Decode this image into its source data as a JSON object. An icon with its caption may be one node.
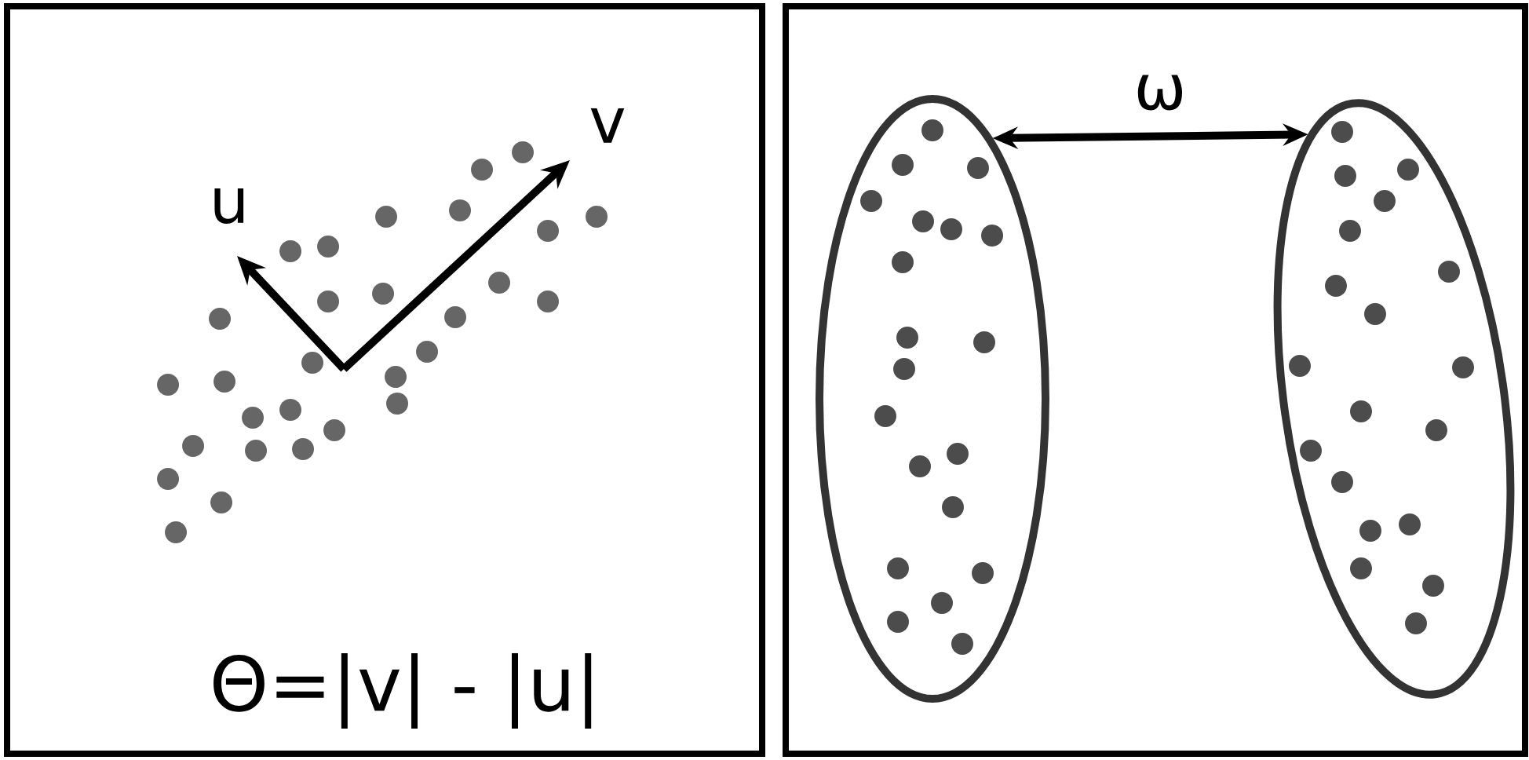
{
  "diagram": {
    "nodes": [
      {
        "text": [],
        "shape": "box"
      },
      {
        "text": [],
        "shape": "box"
      },
      {
        "text": [],
        "shape": "ellipse",
        "in": 1
      },
      {
        "text": [],
        "shape": "ellipse",
        "in": 1
      }
    ],
    "edges": [
      {
        "from": 2,
        "to": 3,
        "arrow": "both",
        "label": "ω"
      }
    ],
    "labels": [
      "u",
      "v",
      "Θ=|v| - |u|"
    ]
  }
}
